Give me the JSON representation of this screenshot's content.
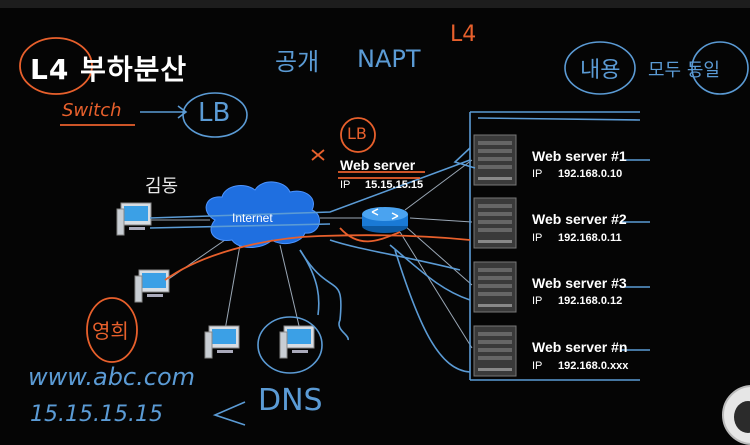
{
  "title": "L4 부하분산",
  "cloud_label": "Internet",
  "lb_server": {
    "label": "Web server",
    "ip_key": "IP",
    "ip": "15.15.15.15"
  },
  "servers": [
    {
      "label": "Web server #1",
      "ip_key": "IP",
      "ip": "192.168.0.10"
    },
    {
      "label": "Web server #2",
      "ip_key": "IP",
      "ip": "192.168.0.11"
    },
    {
      "label": "Web server #3",
      "ip_key": "IP",
      "ip": "192.168.0.12"
    },
    {
      "label": "Web server #n",
      "ip_key": "IP",
      "ip": "192.168.0.xxx"
    }
  ],
  "annotations": {
    "switch": "Switch",
    "lb": "LB",
    "lb_circle": "LB",
    "l4": "L4",
    "napt": "NAPT",
    "korean_top": "공개",
    "korean_right1": "내용",
    "korean_right2": "모두 동일",
    "korean_client": "김동",
    "korean_left": "영희",
    "url": "www.abc.com",
    "ip_hand": "15.15.15.15",
    "dns": "DNS"
  },
  "colors": {
    "orange": "#e8602c",
    "blue": "#5b9bd5",
    "white": "#ffffff"
  }
}
